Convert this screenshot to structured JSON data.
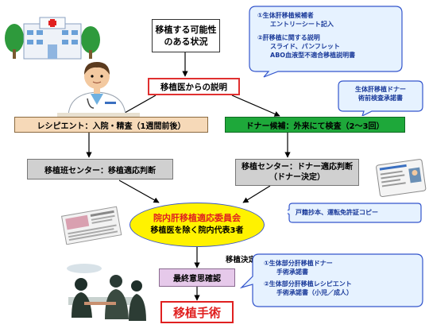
{
  "flow": {
    "start": {
      "line1": "移植する可能性",
      "line2": "のある状況"
    },
    "explain": {
      "label": "移植医からの説明"
    },
    "recipient": {
      "label": "レシピエント：入院・精査（1週間前後）"
    },
    "donor": {
      "label": "ドナー候補：外来にて検査（2～3回）"
    },
    "team_center": {
      "label": "移植班センター：移植適応判断"
    },
    "donor_center": {
      "line1": "移植センター：ドナー適応判断",
      "line2": "（ドナー決定）"
    },
    "committee": {
      "line1": "院内肝移植適応委員会",
      "line2": "移植医を除く院内代表3者"
    },
    "decision_label": "移植決定",
    "final": {
      "label": "最終意思確認"
    },
    "surgery": {
      "label": "移植手術"
    }
  },
  "callouts": {
    "top_right": {
      "lines": [
        "①生体肝移植候補者",
        "エントリーシート記入",
        "②肝移植に関する説明",
        "スライド、パンフレット",
        "ABO血液型不適合移植説明書"
      ]
    },
    "donor_consent": {
      "lines": [
        "生体肝移植ドナー",
        "術前検査承諾書"
      ]
    },
    "docs": {
      "label": "戸籍抄本、運転免許証コピー"
    },
    "bottom_right": {
      "lines": [
        "①生体部分肝移植ドナー",
        "手術承諾書",
        "②生体部分肝移植レシピエント",
        "手術承諾書（小児／成人）"
      ]
    }
  },
  "colors": {
    "explain_border": "#e03030",
    "recipient_fill": "#f6d9b8",
    "donor_fill": "#1ea83a",
    "center_fill": "#d0d0d0",
    "committee_fill": "#fff200",
    "committee_title": "#e02020",
    "committee_border": "#3a56c8",
    "final_fill": "#e6c9ea",
    "surgery_text": "#e02020",
    "callout_fill": "#e6f2ff",
    "callout_border": "#3355cc"
  },
  "icons": [
    "hospital-icon",
    "doctor-icon",
    "id-card-icon",
    "newspaper-icon",
    "surgery-scene-icon"
  ]
}
